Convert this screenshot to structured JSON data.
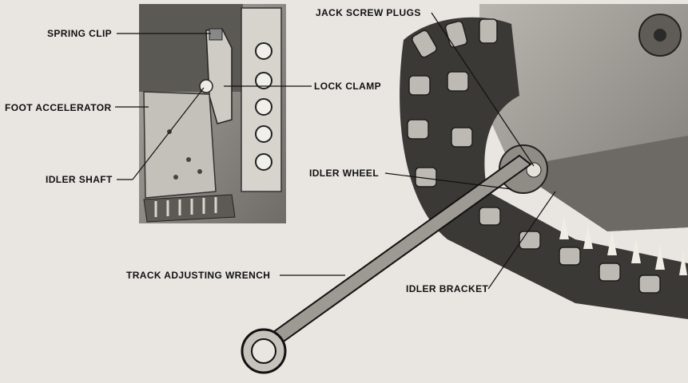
{
  "labels": {
    "spring_clip": "SPRING CLIP",
    "foot_accelerator": "FOOT ACCELERATOR",
    "idler_shaft": "IDLER SHAFT",
    "lock_clamp": "LOCK CLAMP",
    "jack_screw_plugs": "JACK SCREW PLUGS",
    "idler_wheel": "IDLER WHEEL",
    "track_adjusting_wrench": "TRACK ADJUSTING WRENCH",
    "idler_bracket": "IDLER BRACKET"
  },
  "colors": {
    "paper": "#e9e6e1",
    "photo_dark": "#2a2a2a",
    "photo_mid": "#8c8a86",
    "photo_light": "#c9c6c0",
    "ink": "#111111"
  }
}
